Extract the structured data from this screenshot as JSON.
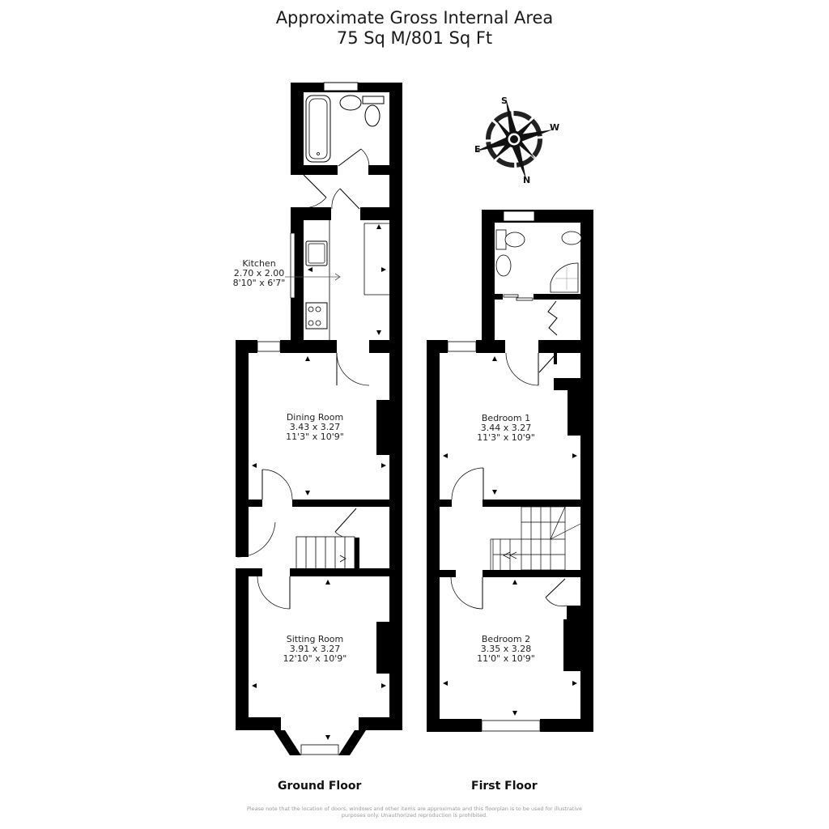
{
  "header": {
    "title_line1": "Approximate Gross Internal Area",
    "title_line2": "75 Sq M/801 Sq Ft"
  },
  "compass": {
    "icon": "compass-rose-icon",
    "labels": {
      "top": "S",
      "right": "W",
      "left": "E",
      "bottom": "N"
    }
  },
  "ground_floor": {
    "label": "Ground Floor",
    "rooms": [
      {
        "name": "Kitchen",
        "metric": "2.70 x 2.00",
        "imperial": "8'10\" x 6'7\""
      },
      {
        "name": "Dining Room",
        "metric": "3.43 x 3.27",
        "imperial": "11'3\" x 10'9\""
      },
      {
        "name": "Sitting Room",
        "metric": "3.91 x 3.27",
        "imperial": "12'10\" x 10'9\""
      }
    ],
    "unlabeled_areas": [
      "Bathroom",
      "Hallway",
      "Stairs"
    ]
  },
  "first_floor": {
    "label": "First Floor",
    "rooms": [
      {
        "name": "Bedroom 1",
        "metric": "3.44 x 3.27",
        "imperial": "11'3\" x 10'9\""
      },
      {
        "name": "Bedroom 2",
        "metric": "3.35 x 3.28",
        "imperial": "11'0\" x 10'9\""
      }
    ],
    "unlabeled_areas": [
      "Shower Room",
      "Landing",
      "Stairs"
    ]
  },
  "footer": {
    "disclaimer_line1": "Please note that the location of doors, windows and other items are approximate and this floorplan is to be used for illustrative",
    "disclaimer_line2": "purposes only. Unauthorized reproduction is prohibited."
  },
  "colors": {
    "wall": "#000000",
    "background": "#ffffff",
    "line": "#333333",
    "disclaimer": "#999999"
  }
}
